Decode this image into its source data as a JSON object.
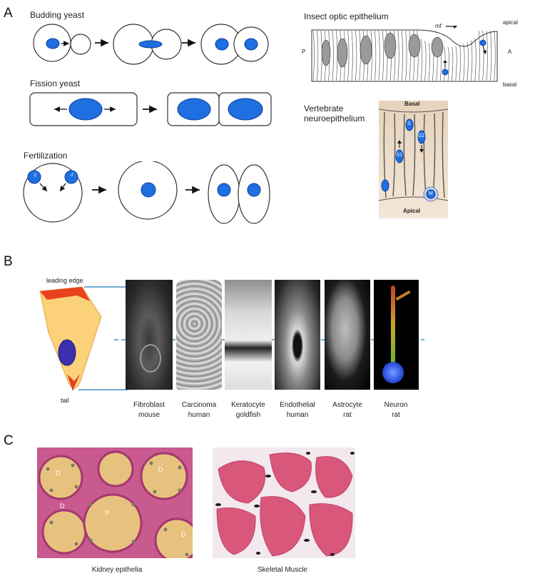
{
  "panels": {
    "a": {
      "letter": "A",
      "budding_title": "Budding yeast",
      "fission_title": "Fission yeast",
      "fertilization_title": "Fertilization",
      "insect_title": "Insect optic epithelium",
      "insect_labels": {
        "mf": "mf",
        "apical": "apical",
        "basal": "basal",
        "p": "P",
        "a": "A"
      },
      "vert_title_1": "Vertebrate",
      "vert_title_2": "neuroepithelium",
      "vert_labels": {
        "basal": "Basal",
        "apical": "Apical",
        "s": "S",
        "g1": "G1",
        "g2": "G2",
        "m": "M"
      },
      "female_symbol": "♀",
      "male_symbol": "♂"
    },
    "b": {
      "letter": "B",
      "leading_edge": "leading edge",
      "tail": "tail",
      "cells": [
        {
          "line1": "Fibroblast",
          "line2": "mouse"
        },
        {
          "line1": "Carcinoma",
          "line2": "human"
        },
        {
          "line1": "Keratocyte",
          "line2": "goldfish"
        },
        {
          "line1": "Endothelial",
          "line2": "human"
        },
        {
          "line1": "Astrocyte",
          "line2": "rat"
        },
        {
          "line1": "Neuron",
          "line2": "rat"
        }
      ]
    },
    "c": {
      "letter": "C",
      "kidney_caption": "Kidney epithelia",
      "muscle_caption": "Skeletal Muscle",
      "kidney_labels": {
        "d": "D",
        "p": "P"
      }
    }
  },
  "colors": {
    "nucleus_blue": "#1f6fe0",
    "cell_orange": "#fbd27a",
    "leading_red": "#e8421c",
    "guide_blue": "#3f8fc9",
    "kidney_bg": "#c95a8f",
    "muscle_bg": "#d8577a"
  }
}
